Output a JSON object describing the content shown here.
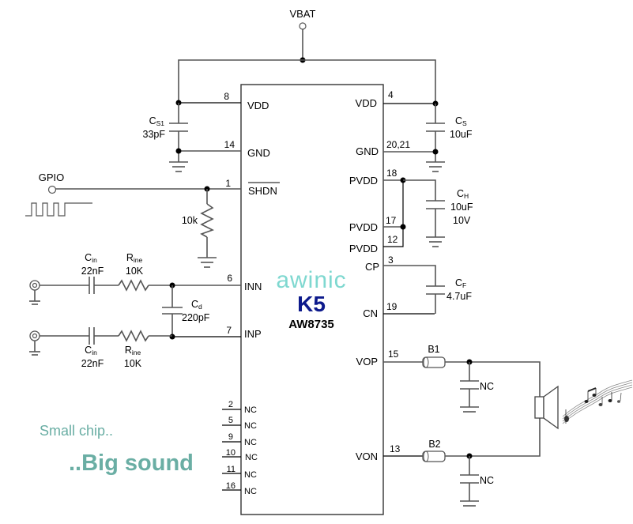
{
  "supply": {
    "label": "VBAT"
  },
  "chip": {
    "brand": "awinic",
    "model": "K5",
    "part_number": "AW8735",
    "left_pins": [
      {
        "num": "8",
        "name": "VDD"
      },
      {
        "num": "14",
        "name": "GND"
      },
      {
        "num": "1",
        "name": "SHDN"
      },
      {
        "num": "6",
        "name": "INN"
      },
      {
        "num": "7",
        "name": "INP"
      },
      {
        "num": "2",
        "name": "NC"
      },
      {
        "num": "5",
        "name": "NC"
      },
      {
        "num": "9",
        "name": "NC"
      },
      {
        "num": "10",
        "name": "NC"
      },
      {
        "num": "11",
        "name": "NC"
      },
      {
        "num": "16",
        "name": "NC"
      }
    ],
    "right_pins": [
      {
        "num": "4",
        "name": "VDD"
      },
      {
        "num": "20,21",
        "name": "GND"
      },
      {
        "num": "18",
        "name": "PVDD"
      },
      {
        "num": "17",
        "name": "PVDD"
      },
      {
        "num": "12",
        "name": "PVDD"
      },
      {
        "num": "3",
        "name": "CP"
      },
      {
        "num": "19",
        "name": "CN"
      },
      {
        "num": "15",
        "name": "VOP"
      },
      {
        "num": "13",
        "name": "VON"
      }
    ]
  },
  "components": {
    "cs1": {
      "ref": "C",
      "sub": "S1",
      "value": "33pF"
    },
    "cs": {
      "ref": "C",
      "sub": "S",
      "value": "10uF"
    },
    "ch": {
      "ref": "C",
      "sub": "H",
      "value": "10uF",
      "rating": "10V"
    },
    "cf": {
      "ref": "C",
      "sub": "F",
      "value": "4.7uF"
    },
    "cd": {
      "ref": "C",
      "sub": "d",
      "value": "220pF"
    },
    "cin_top": {
      "ref": "C",
      "sub": "in",
      "value": "22nF"
    },
    "cin_bot": {
      "ref": "C",
      "sub": "in",
      "value": "22nF"
    },
    "rine_top": {
      "ref": "R",
      "sub": "ine",
      "value": "10K"
    },
    "rine_bot": {
      "ref": "R",
      "sub": "ine",
      "value": "10K"
    },
    "r_pulldown": {
      "value": "10k"
    },
    "b1": {
      "ref": "B1"
    },
    "b2": {
      "ref": "B2"
    },
    "c_vop": {
      "value": "NC"
    },
    "c_von": {
      "value": "NC"
    }
  },
  "gpio": {
    "label": "GPIO"
  },
  "slogan": {
    "line1": "Small chip..",
    "line2": "..Big sound"
  }
}
